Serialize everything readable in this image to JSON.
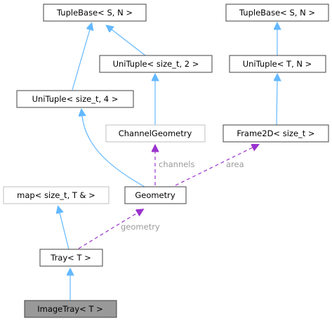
{
  "diagram": {
    "colors": {
      "inheritance": "#63b8ff",
      "usage": "#9a32cd",
      "node_border": "#404040",
      "node_border_muted": "#bfbfbf",
      "highlight_fill": "#999999",
      "label": "#9a9a9a"
    },
    "nodes": {
      "tuplebase_left": "TupleBase< S, N >",
      "tuplebase_right": "TupleBase< S, N >",
      "unituple_2": "UniTuple< size_t, 2 >",
      "unituple_tn": "UniTuple< T, N >",
      "unituple_4": "UniTuple< size_t, 4 >",
      "channel_geometry": "ChannelGeometry",
      "frame2d": "Frame2D< size_t >",
      "map": "map< size_t, T & >",
      "geometry": "Geometry",
      "tray": "Tray< T >",
      "image_tray": "ImageTray< T >"
    },
    "edge_labels": {
      "channels": "channels",
      "area": "area",
      "geometry": "geometry"
    }
  }
}
